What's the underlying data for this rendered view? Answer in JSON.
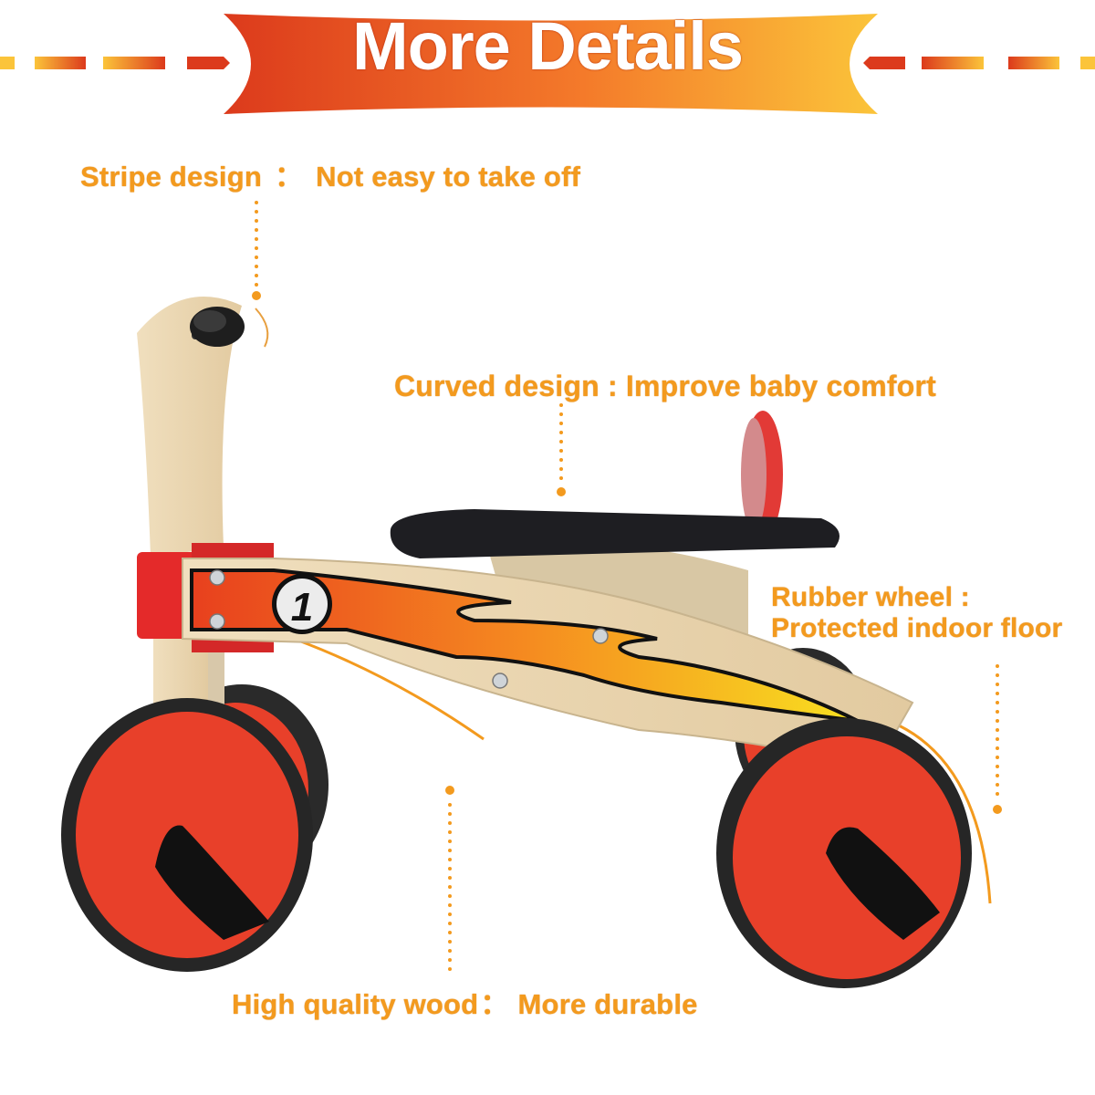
{
  "banner": {
    "title": "More Details",
    "gradient_start": "#dc3a1c",
    "gradient_end": "#fbc43a"
  },
  "features": [
    {
      "id": "stripe",
      "title": "Stripe design",
      "separator": "：",
      "detail": "Not easy to take off"
    },
    {
      "id": "curved",
      "title": "Curved design",
      "separator": ":",
      "detail": "Improve baby comfort"
    },
    {
      "id": "rubber",
      "title": "Rubber wheel :",
      "detail": "Protected indoor floor"
    },
    {
      "id": "wood",
      "title": "High quality wood",
      "separator": "：",
      "detail": "More durable"
    }
  ],
  "product": {
    "name": "wooden balance bike",
    "number_badge": "1"
  },
  "colors": {
    "label": "#f39a1e",
    "wheel_red": "#e8402a",
    "tire": "#2a2a2a",
    "wood": "#ead8b4",
    "seat": "#1e1e22"
  }
}
